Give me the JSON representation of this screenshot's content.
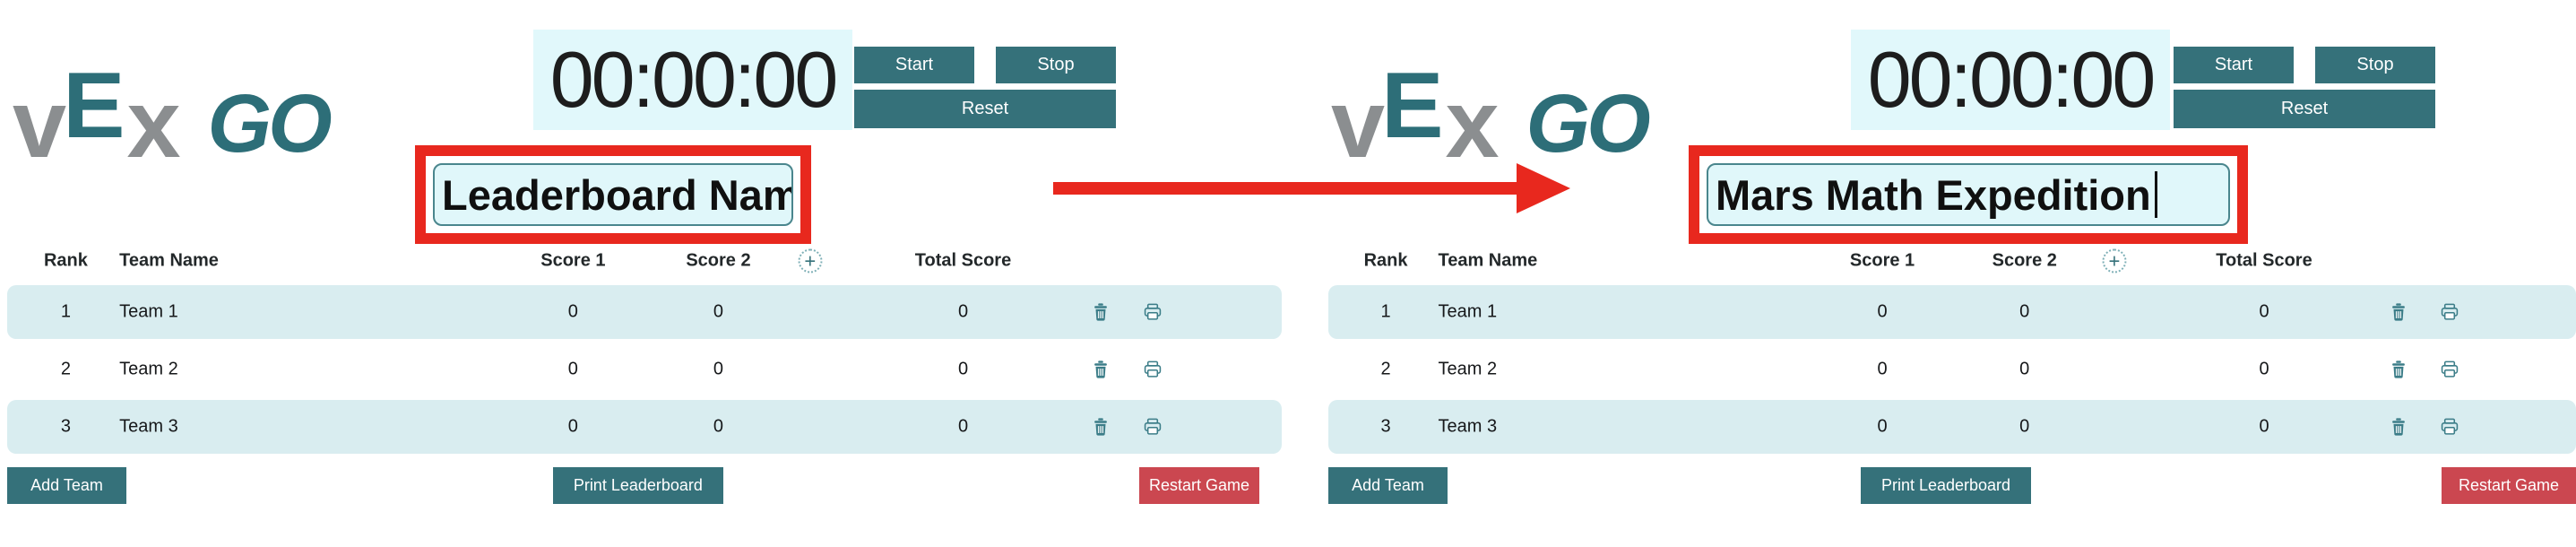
{
  "logo": {
    "v": "v",
    "e": "E",
    "x": "x",
    "go": "GO"
  },
  "annotation": {
    "arrow_color": "#e8281e",
    "highlight_color": "#e8281e"
  },
  "colors": {
    "button_teal": "#35717a",
    "icon_teal": "#3b7d88",
    "row_highlight": "#d9edf0",
    "timer_background": "#e1f8fb",
    "input_background": "#e0f7fa",
    "restart_red": "#cb4750",
    "annotation_red": "#e8281e",
    "logo_gray": "#8b8e90",
    "logo_teal": "#2d6e78"
  },
  "panels": [
    {
      "timer": "00:00:00",
      "controls": {
        "start": "Start",
        "stop": "Stop",
        "reset": "Reset"
      },
      "name_input": {
        "value": "Leaderboard Nam",
        "caret_visible": false
      },
      "table": {
        "headers": {
          "rank": "Rank",
          "team_name": "Team Name",
          "score1": "Score 1",
          "score2": "Score 2",
          "total": "Total Score"
        },
        "add_score_symbol": "+",
        "rows": [
          {
            "rank": "1",
            "team": "Team 1",
            "score1": "0",
            "score2": "0",
            "total": "0"
          },
          {
            "rank": "2",
            "team": "Team 2",
            "score1": "0",
            "score2": "0",
            "total": "0"
          },
          {
            "rank": "3",
            "team": "Team 3",
            "score1": "0",
            "score2": "0",
            "total": "0"
          }
        ]
      },
      "actions": {
        "add_team": "Add Team",
        "print_leaderboard": "Print Leaderboard",
        "restart_game": "Restart Game"
      }
    },
    {
      "timer": "00:00:00",
      "controls": {
        "start": "Start",
        "stop": "Stop",
        "reset": "Reset"
      },
      "name_input": {
        "value": "Mars Math Expedition",
        "caret_visible": true
      },
      "table": {
        "headers": {
          "rank": "Rank",
          "team_name": "Team Name",
          "score1": "Score 1",
          "score2": "Score 2",
          "total": "Total Score"
        },
        "add_score_symbol": "+",
        "rows": [
          {
            "rank": "1",
            "team": "Team 1",
            "score1": "0",
            "score2": "0",
            "total": "0"
          },
          {
            "rank": "2",
            "team": "Team 2",
            "score1": "0",
            "score2": "0",
            "total": "0"
          },
          {
            "rank": "3",
            "team": "Team 3",
            "score1": "0",
            "score2": "0",
            "total": "0"
          }
        ]
      },
      "actions": {
        "add_team": "Add Team",
        "print_leaderboard": "Print Leaderboard",
        "restart_game": "Restart Game"
      }
    }
  ]
}
